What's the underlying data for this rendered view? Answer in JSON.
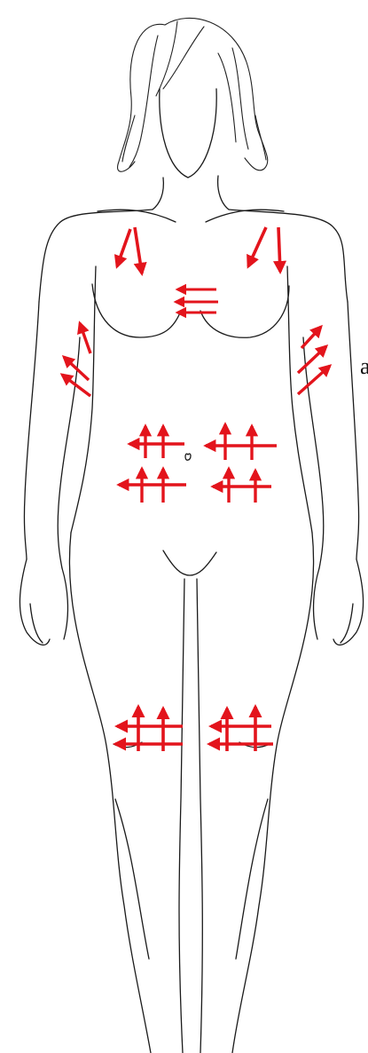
{
  "edge_text": "a",
  "colors": {
    "outline": "#1a1a1a",
    "arrow": "#e3141c",
    "background": "#ffffff"
  },
  "arrow_groups": [
    {
      "name": "chest-left-arrows",
      "kind": "diagonal-down-pair"
    },
    {
      "name": "chest-right-arrows",
      "kind": "diagonal-down-pair"
    },
    {
      "name": "sternum-arrows",
      "kind": "horizontal-left-triple"
    },
    {
      "name": "left-arm-arrows",
      "kind": "diagonal-up-triple"
    },
    {
      "name": "right-arm-arrows",
      "kind": "diagonal-up-triple"
    },
    {
      "name": "abdomen-upper-left-cross",
      "kind": "cross-grid"
    },
    {
      "name": "abdomen-upper-right-cross",
      "kind": "cross-grid"
    },
    {
      "name": "abdomen-lower-left-cross",
      "kind": "cross-grid"
    },
    {
      "name": "abdomen-lower-right-cross",
      "kind": "cross-grid"
    },
    {
      "name": "left-knee-cross",
      "kind": "knee-grid"
    },
    {
      "name": "right-knee-cross",
      "kind": "knee-grid"
    }
  ]
}
